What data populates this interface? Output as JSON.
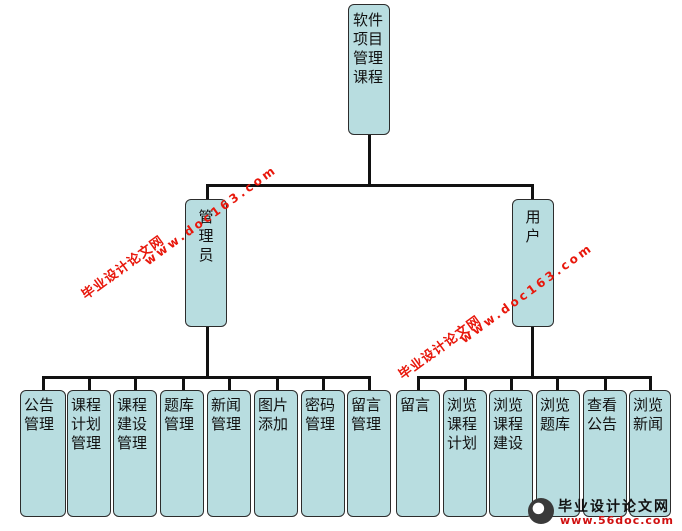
{
  "root": {
    "label": "软件\n项目\n管理\n课程"
  },
  "admin": {
    "label": "管\n理\n员"
  },
  "user": {
    "label": "用\n户"
  },
  "admin_items": [
    {
      "label": "公告\n管理"
    },
    {
      "label": "课程\n计划\n管理"
    },
    {
      "label": "课程\n建设\n管理"
    },
    {
      "label": "题库\n管理"
    },
    {
      "label": "新闻\n管理"
    },
    {
      "label": "图片\n添加"
    },
    {
      "label": "密码\n管理"
    },
    {
      "label": "留言\n管理"
    }
  ],
  "user_items": [
    {
      "label": "留言"
    },
    {
      "label": "浏览\n课程\n计划"
    },
    {
      "label": "浏览\n课程\n建设"
    },
    {
      "label": "浏览\n题库"
    },
    {
      "label": "查看\n公告"
    },
    {
      "label": "浏览\n新闻"
    }
  ],
  "watermarks": {
    "site_name": "毕业设计论文网",
    "site_url": "www.doc163.com"
  },
  "footer": {
    "title": "毕业设计论文网",
    "url": "www.56doc.com"
  },
  "colors": {
    "box_fill": "#b8dde0",
    "box_border": "#2c2c2c",
    "connector": "#111111",
    "watermark": "#e8170b"
  }
}
